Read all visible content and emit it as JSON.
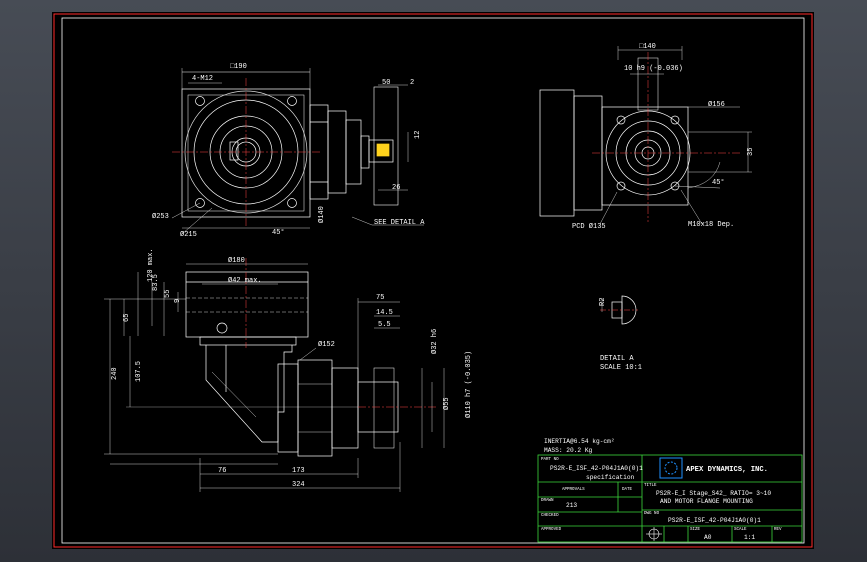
{
  "title_block": {
    "inertia": "INERTIA@6.54 kg-cm²",
    "mass": "MASS: 20.2 Kg",
    "part_no_label": "PART NO",
    "part_no": "PS2R-E_ISF_42-P04J1A0(0)1",
    "specification": "specification",
    "approvals_label": "APPROVALS",
    "date_label": "DATE",
    "title_label": "TITLE",
    "company": "APEX DYNAMICS, INC.",
    "drawn_label": "DRAWN",
    "drawn_value": "213",
    "title_line1": "PS2R-E_I Stage_S42_ RATIO= 3~10",
    "title_line2": "AND MOTOR FLANGE MOUNTING",
    "checked_label": "CHECKED",
    "dwg_no_label": "DWG NO",
    "dwg_no": "PS2R-E_ISF_42-P04J1A0(0)1",
    "approved_label": "APPROVED",
    "size_label": "SIZE",
    "size_value": "A0",
    "scale_label": "SCALE",
    "scale_value": "1:1",
    "rev_label": "REV"
  },
  "dims": {
    "sq190": "□190",
    "m12": "4-M12",
    "d253": "Ø253",
    "d215": "Ø215",
    "d45": "45°",
    "d140": "Ø140",
    "see_detail": "SEE DETAIL A",
    "d50": "50",
    "d2": "2",
    "d12": "12",
    "d26": "26",
    "sq140": "□140",
    "d10h9": "10 h9 (-0.036)",
    "d156": "Ø156",
    "d35": "35",
    "d45b": "45°",
    "pcd": "PCD Ø135",
    "m10": "M10x18 Dep.",
    "d180": "Ø180",
    "d42": "Ø42 max.",
    "d120": "120 max.",
    "d83": "83.5",
    "d55": "55",
    "d9": "9",
    "d65": "65",
    "d240": "240",
    "d1075": "107.5",
    "d75": "75",
    "d145": "14.5",
    "d55b": "5.5",
    "d152": "Ø152",
    "d32": "Ø32 h6",
    "d55c": "Ø55",
    "d110": "Ø110 h7 (-0.035)",
    "d76": "76",
    "d173": "173",
    "d324": "324",
    "detail_title": "DETAIL A",
    "detail_scale": "SCALE 10:1",
    "detail_d2": "R2"
  }
}
